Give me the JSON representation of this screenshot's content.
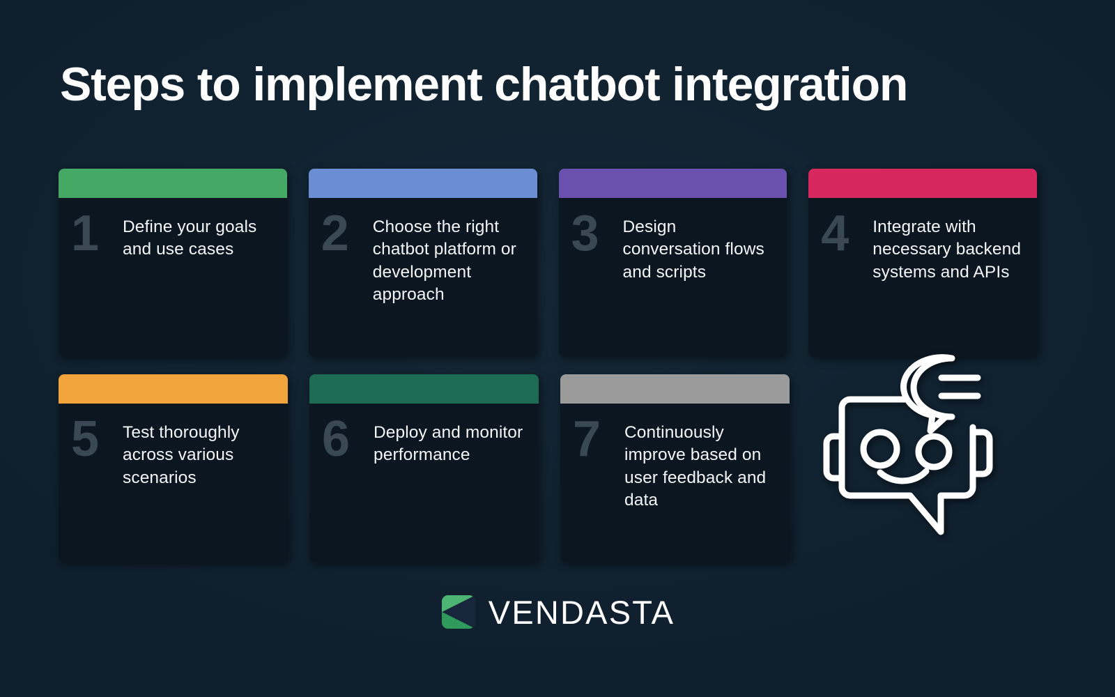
{
  "page": {
    "background_color": "#10212f",
    "title": "Steps to implement chatbot integration"
  },
  "steps": [
    {
      "number": "1",
      "text": "Define your goals and use cases",
      "header_color": "#45a865"
    },
    {
      "number": "2",
      "text": "Choose the right chatbot platform or development approach",
      "header_color": "#6a8dd4"
    },
    {
      "number": "3",
      "text": "Design conversation flows and scripts",
      "header_color": "#6b51ae"
    },
    {
      "number": "4",
      "text": "Integrate with necessary backend systems and APIs",
      "header_color": "#d6275f"
    },
    {
      "number": "5",
      "text": "Test thoroughly across various scenarios",
      "header_color": "#f2a43d"
    },
    {
      "number": "6",
      "text": "Deploy and monitor performance",
      "header_color": "#1d6b52"
    },
    {
      "number": "7",
      "text": "Continuously improve based on user feedback and data",
      "header_color": "#9b9b9b"
    }
  ],
  "illustration": {
    "name": "chatbot-robot-icon",
    "stroke_color": "#ffffff",
    "parts": [
      "speech-bubble-face",
      "eye-left",
      "eye-right",
      "smile",
      "ear-left",
      "ear-right",
      "message-bubble",
      "message-line-1",
      "message-line-2"
    ]
  },
  "footer": {
    "brand": "VENDASTA",
    "mark_color": "#3fa867",
    "text_color": "#ffffff"
  }
}
